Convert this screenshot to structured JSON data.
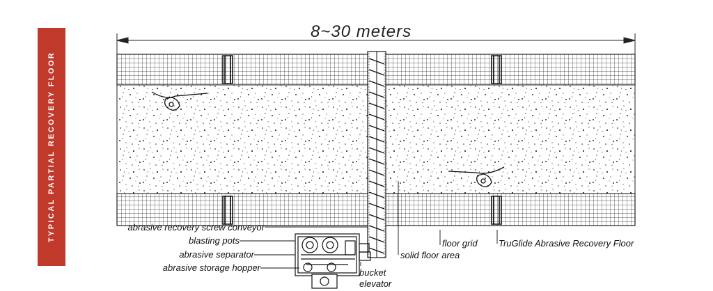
{
  "side_tab": {
    "title": "TYPICAL PARTIAL RECOVERY FLOOR",
    "color": "#c0392b"
  },
  "dimension": {
    "label": "8~30  meters"
  },
  "labels": {
    "screw_conveyor": "abrasive recovery screw conveyor",
    "blasting_pots": "blasting pots",
    "separator": "abrasive separator",
    "storage_hopper": "abrasive storage hopper",
    "bucket": "bucket",
    "elevator": "elevator",
    "solid_floor": "solid floor area",
    "floor_grid": "floor grid",
    "truglide": "TruGlide Abrasive Recovery Floor"
  }
}
